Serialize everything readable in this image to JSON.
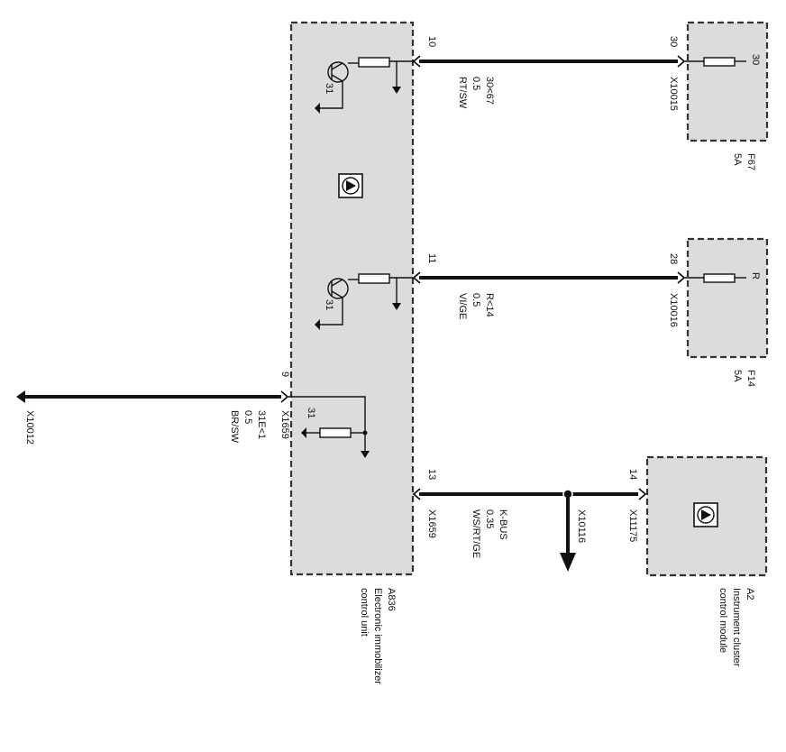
{
  "modules": {
    "a836": {
      "id": "A836",
      "name_line1": "Electronic immobilizer",
      "name_line2": "control unit"
    },
    "a2": {
      "id": "A2",
      "name_line1": "Instrument cluster",
      "name_line2": "control module"
    },
    "f67": {
      "id": "F67",
      "rating": "5A",
      "pin": "30",
      "icon": "fuse-icon"
    },
    "f14": {
      "id": "F14",
      "rating": "5A",
      "pin": "R",
      "icon": "fuse-icon"
    }
  },
  "wires": {
    "top": {
      "pin_left": "10",
      "pin_right": "30",
      "circuit": "30<67",
      "gauge": "0.5",
      "color": "RT/SW",
      "connector": "X10015"
    },
    "mid": {
      "pin_left": "11",
      "pin_right": "28",
      "circuit": "R<14",
      "gauge": "0.5",
      "color": "VI/GE",
      "connector": "X10016"
    },
    "bus": {
      "pin_left": "13",
      "pin_right": "14",
      "circuit": "K-BUS",
      "gauge": "0.35",
      "color": "WS/RT/GE",
      "connector_left": "X1659",
      "splice": "X10116",
      "connector_right": "X11175"
    },
    "ground": {
      "pin": "9",
      "connector": "X1659",
      "circuit": "31E<1",
      "gauge": "0.5",
      "color": "BR/SW",
      "ground_point": "X10012"
    }
  },
  "internal": {
    "ground_label": "31"
  },
  "icons": [
    "transistor-icon",
    "resistor-icon",
    "ground-icon",
    "arrow-icon",
    "control-unit-icon"
  ]
}
